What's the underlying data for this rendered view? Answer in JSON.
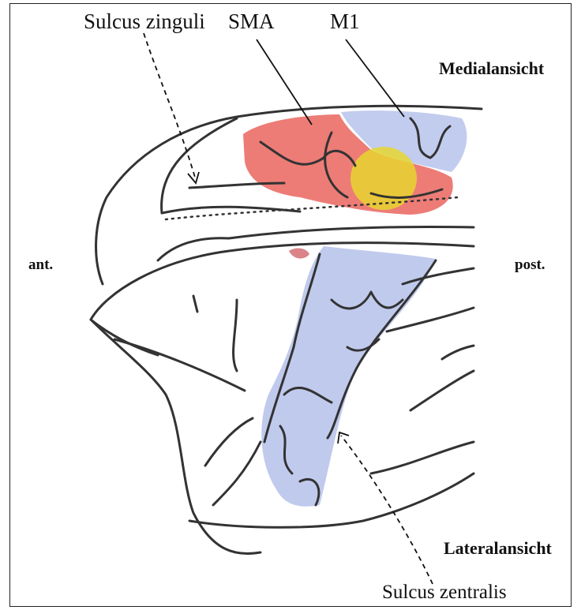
{
  "labels": {
    "sulcus_zinguli": "Sulcus zinguli",
    "sma": "SMA",
    "m1": "M1",
    "medialansicht": "Medialansicht",
    "ant": "ant.",
    "post": "post.",
    "lateralansicht": "Lateralansicht",
    "sulcus_zentralis": "Sulcus zentralis"
  },
  "colors": {
    "sma_region": "#e8574f",
    "m1_region": "#aebbe8",
    "overlap_region": "#e6d630",
    "outline": "#333333"
  }
}
